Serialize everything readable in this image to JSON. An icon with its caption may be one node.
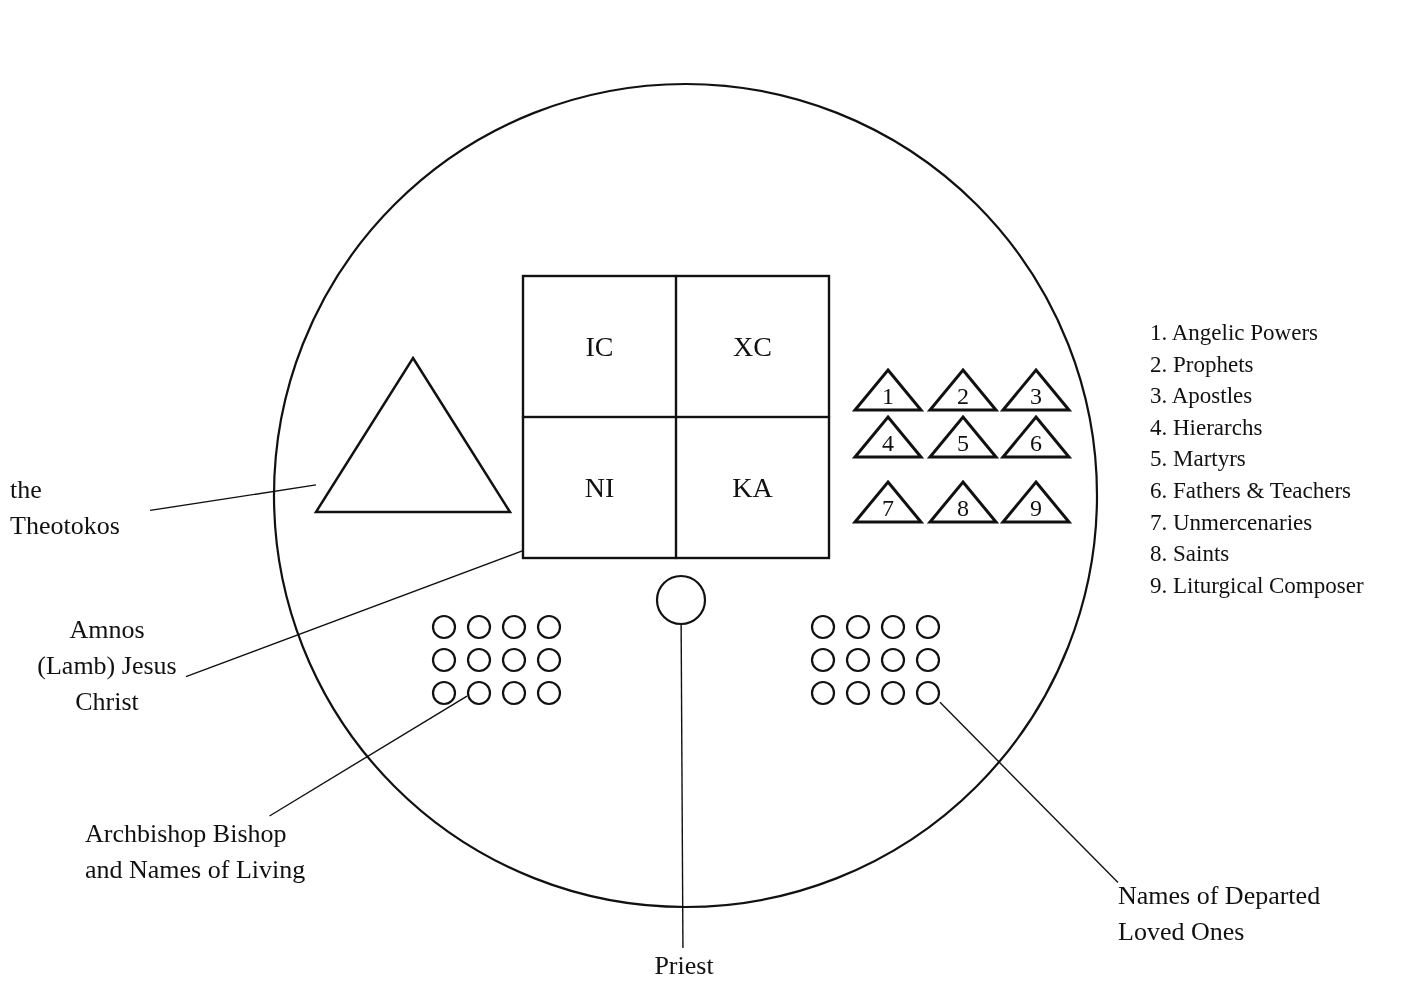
{
  "diagram": {
    "nodes": [
      {
        "text": [],
        "shape": "circle"
      },
      {
        "text": [],
        "shape": "triangle",
        "in": 0
      },
      {
        "text": [],
        "shape": "box",
        "in": 0
      },
      {
        "text": [
          "IC"
        ],
        "in": 2
      },
      {
        "text": [
          "XC"
        ],
        "in": 2
      },
      {
        "text": [
          "NI"
        ],
        "in": 2
      },
      {
        "text": [
          "KA"
        ],
        "in": 2
      },
      {
        "text": [
          "1"
        ],
        "in": 0
      },
      {
        "text": [
          "2"
        ],
        "in": 0
      },
      {
        "text": [
          "3"
        ],
        "in": 0
      },
      {
        "text": [
          "4"
        ],
        "in": 0
      },
      {
        "text": [
          "5"
        ],
        "in": 0
      },
      {
        "text": [
          "6"
        ],
        "in": 0
      },
      {
        "text": [
          "7"
        ],
        "in": 0
      },
      {
        "text": [
          "8"
        ],
        "in": 0
      },
      {
        "text": [
          "9"
        ],
        "in": 0
      },
      {
        "text": [],
        "shape": "circle",
        "in": 0
      },
      {
        "text": [],
        "shape": "circle",
        "in": 0
      },
      {
        "text": [],
        "shape": "circle",
        "in": 0
      },
      {
        "text": [],
        "shape": "circle",
        "in": 0
      },
      {
        "text": [],
        "shape": "circle",
        "in": 0
      },
      {
        "text": [],
        "shape": "circle",
        "in": 0
      },
      {
        "text": [],
        "shape": "circle",
        "in": 0
      },
      {
        "text": [],
        "shape": "circle",
        "in": 0
      },
      {
        "text": [],
        "shape": "circle",
        "in": 0
      },
      {
        "text": [],
        "shape": "circle",
        "in": 0
      },
      {
        "text": [],
        "shape": "circle",
        "in": 0
      },
      {
        "text": [],
        "shape": "circle",
        "in": 0
      },
      {
        "text": [],
        "shape": "circle",
        "in": 0
      },
      {
        "text": [],
        "shape": "circle",
        "in": 0
      },
      {
        "text": [],
        "shape": "circle",
        "in": 0
      },
      {
        "text": [],
        "shape": "circle",
        "in": 0
      },
      {
        "text": [],
        "shape": "circle",
        "in": 0
      },
      {
        "text": [],
        "shape": "circle",
        "in": 0
      },
      {
        "text": [],
        "shape": "circle",
        "in": 0
      },
      {
        "text": [],
        "shape": "circle",
        "in": 0
      },
      {
        "text": [],
        "shape": "circle",
        "in": 0
      },
      {
        "text": [],
        "shape": "circle",
        "in": 0
      },
      {
        "text": [],
        "shape": "circle",
        "in": 0
      },
      {
        "text": [],
        "shape": "circle",
        "in": 0
      },
      {
        "text": [],
        "shape": "circle",
        "in": 0
      },
      {
        "text": [
          "the Theotokos"
        ]
      },
      {
        "text": [
          "Amnos (Lamb) Jesus Christ"
        ]
      },
      {
        "text": [
          "Archbishop Bishop and Names of Living"
        ]
      },
      {
        "text": [
          "Names of Departed Loved Ones"
        ]
      },
      {
        "text": [
          "Priest"
        ]
      }
    ],
    "edges": [
      {
        "from": 41,
        "to": 1,
        "arrow": "none"
      },
      {
        "from": 42,
        "to": 2,
        "arrow": "none"
      },
      {
        "from": 43,
        "to": 26,
        "arrow": "none"
      },
      {
        "from": 44,
        "to": 40,
        "arrow": "none"
      },
      {
        "from": 45,
        "to": 16,
        "arrow": "none"
      }
    ],
    "labels": [
      "1. Angelic Powers",
      "2. Prophets",
      "3. Apostles",
      "4. Hierarchs",
      "5. Martyrs",
      "6. Fathers & Teachers",
      "7. Unmercenaries",
      "8. Saints",
      "9. Liturgical Composer"
    ]
  }
}
